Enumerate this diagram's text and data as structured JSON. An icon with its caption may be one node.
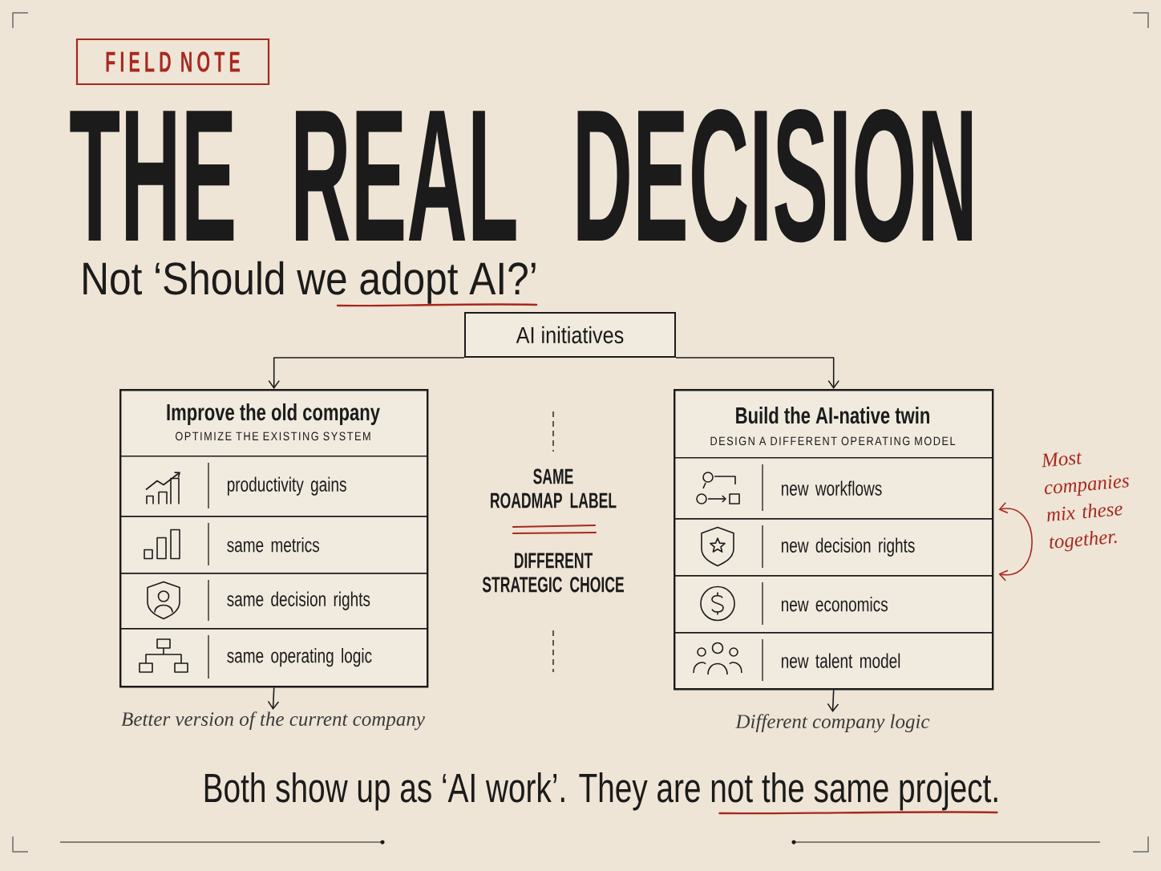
{
  "diagram": {
    "title": "THE REAL DECISION",
    "nodes": [
      {
        "text": [
          "FIELD NOTE"
        ]
      },
      {
        "text": [
          "AI initiatives"
        ]
      },
      {
        "text": [
          "Improve the old company",
          "OPTIMIZE THE EXISTING SYSTEM"
        ]
      },
      {
        "text": [
          "productivity gains"
        ],
        "in": 2
      },
      {
        "text": [
          "same metrics"
        ],
        "in": 2
      },
      {
        "text": [
          "same decision rights"
        ],
        "in": 2
      },
      {
        "text": [
          "same operating logic"
        ],
        "in": 2
      },
      {
        "text": [
          "Build the AI-native twin",
          "DESIGN A DIFFERENT OPERATING MODEL"
        ]
      },
      {
        "text": [
          "new workflows"
        ],
        "in": 7
      },
      {
        "text": [
          "new decision rights"
        ],
        "in": 7
      },
      {
        "text": [
          "new economics"
        ],
        "in": 7
      },
      {
        "text": [
          "new talent model"
        ],
        "in": 7
      },
      {
        "text": [
          "Better version of the current company"
        ]
      },
      {
        "text": [
          "Different company logic"
        ]
      }
    ],
    "edges": [
      {
        "from": 1,
        "to": 2,
        "arrow": "to"
      },
      {
        "from": 1,
        "to": 7,
        "arrow": "to"
      },
      {
        "from": 2,
        "to": 12,
        "arrow": "to"
      },
      {
        "from": 7,
        "to": 13,
        "arrow": "to"
      },
      {
        "from": 8,
        "to": 9,
        "arrow": "both",
        "color": "#a8281e"
      }
    ],
    "labels": [
      "Not ‘Should we adopt AI?’",
      "SAME ROADMAP LABEL",
      "DIFFERENT STRATEGIC CHOICE",
      "Most companies mix these together.",
      "Both show up as ‘AI work’. They are not the same project."
    ]
  }
}
